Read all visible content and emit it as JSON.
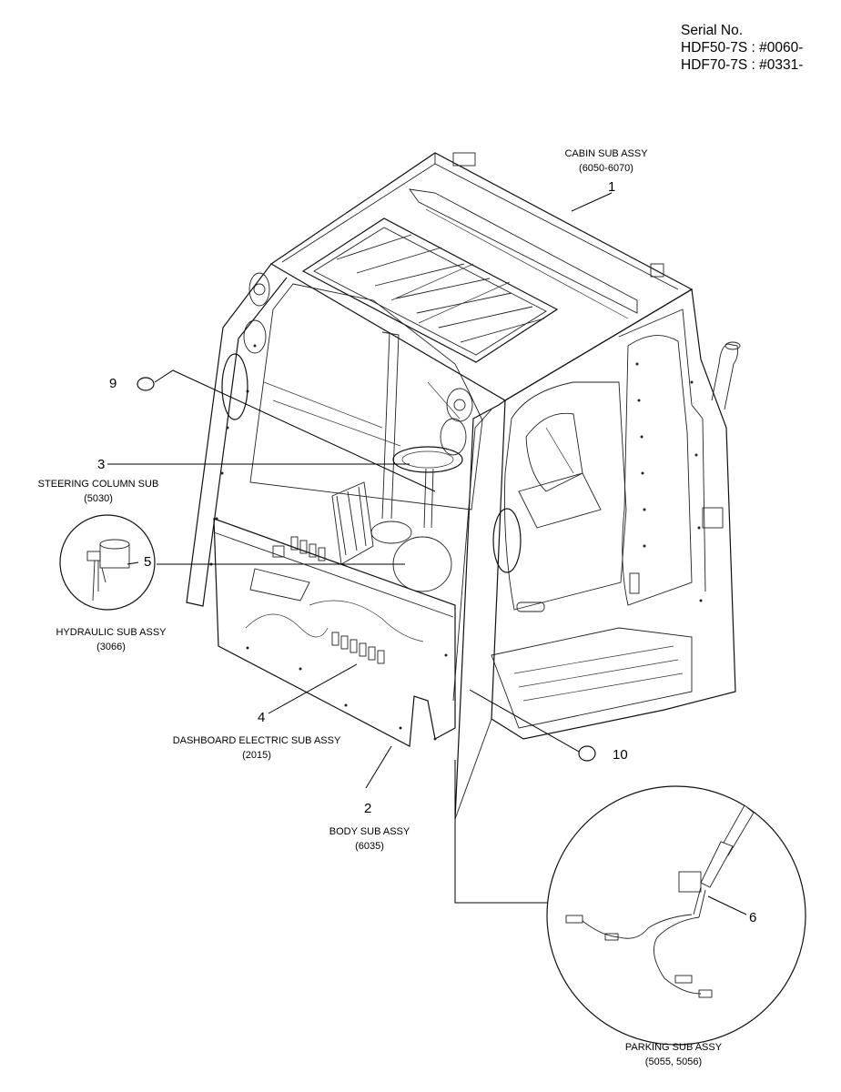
{
  "serial": {
    "title": "Serial No.",
    "line1": "HDF50-7S : #0060-",
    "line2": "HDF70-7S : #0331-"
  },
  "callouts": [
    {
      "num": "1",
      "name": "CABIN SUB ASSY",
      "code": "(6050-6070)"
    },
    {
      "num": "2",
      "name": "BODY SUB ASSY",
      "code": "(6035)"
    },
    {
      "num": "3",
      "name": "STEERING COLUMN SUB",
      "code": "(5030)"
    },
    {
      "num": "4",
      "name": "DASHBOARD ELECTRIC SUB ASSY",
      "code": "(2015)"
    },
    {
      "num": "5",
      "name": "HYDRAULIC SUB ASSY",
      "code": "(3066)"
    },
    {
      "num": "6",
      "name": "PARKING SUB ASSY",
      "code": "(5055, 5056)"
    },
    {
      "num": "9"
    },
    {
      "num": "10"
    }
  ]
}
